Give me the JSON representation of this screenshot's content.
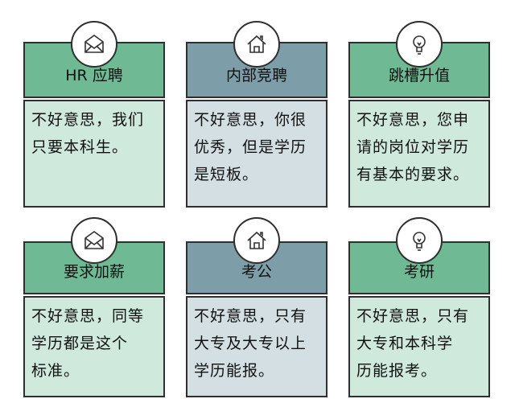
{
  "cards": [
    {
      "icon": "envelope-icon",
      "title": "HR 应聘",
      "lines": [
        "不好意思，我们",
        "只要本科生。"
      ],
      "theme": "green"
    },
    {
      "icon": "house-icon",
      "title": "内部竞聘",
      "lines": [
        "不好意思，你很",
        "优秀，但是学历",
        "是短板。"
      ],
      "theme": "blue"
    },
    {
      "icon": "lightbulb-icon",
      "title": "跳槽升值",
      "lines": [
        "不好意思，您申",
        "请的岗位对学历",
        "有基本的要求。"
      ],
      "theme": "green"
    },
    {
      "icon": "envelope-icon",
      "title": "要求加薪",
      "lines": [
        "不好意思，同等",
        "学历都是这个",
        "标准。"
      ],
      "theme": "green"
    },
    {
      "icon": "house-icon",
      "title": "考公",
      "lines": [
        "不好意思，只有",
        "大专及大专以上",
        "学历能报。"
      ],
      "theme": "blue"
    },
    {
      "icon": "lightbulb-icon",
      "title": "考研",
      "lines": [
        "不好意思，只有",
        "大专和本科学",
        "历能报考。"
      ],
      "theme": "green"
    }
  ],
  "colors": {
    "green_header": "#6fb995",
    "green_body": "#cfe9dc",
    "blue_header": "#7d9ea8",
    "blue_body": "#d3dfe3",
    "border": "#2f2f2f"
  }
}
